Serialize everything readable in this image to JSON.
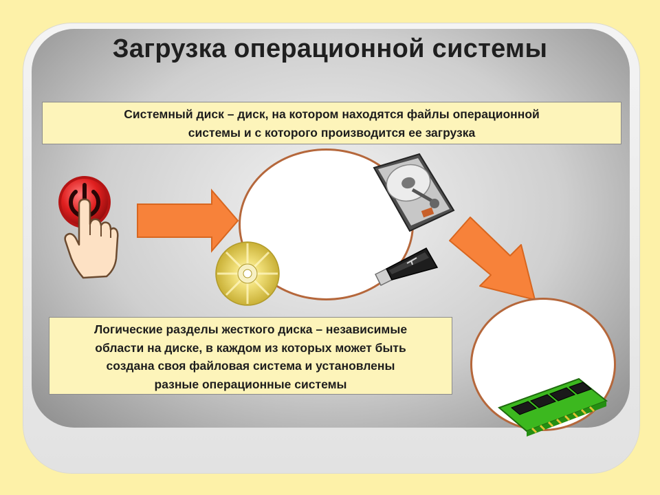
{
  "slide": {
    "title": "Загрузка операционной системы",
    "definition_system_disk_lines": [
      "Системный диск – диск, на котором находятся файлы операционной",
      "системы и с которого производится ее загрузка"
    ],
    "definition_partitions_lines": [
      "Логические разделы жесткого диска – независимые",
      "области на диске, в каждом из которых может быть",
      "создана своя файловая система и установлены",
      "разные операционные системы"
    ]
  },
  "colors": {
    "background": "#fdf1a8",
    "box_fill": "#fdf4ba",
    "arrow_orange": "#f7823a",
    "circle_border": "#b5673b",
    "power_red": "#e01f1f",
    "ram_green": "#3cb81f"
  },
  "icons": {
    "power": "power-button-icon",
    "hand": "pointing-hand-icon",
    "cd": "cd-disc-icon",
    "hdd": "hard-drive-icon",
    "usb": "usb-flash-drive-icon",
    "ram": "ram-module-icon",
    "arrow1": "right-arrow-icon",
    "arrow2": "down-right-arrow-icon"
  }
}
